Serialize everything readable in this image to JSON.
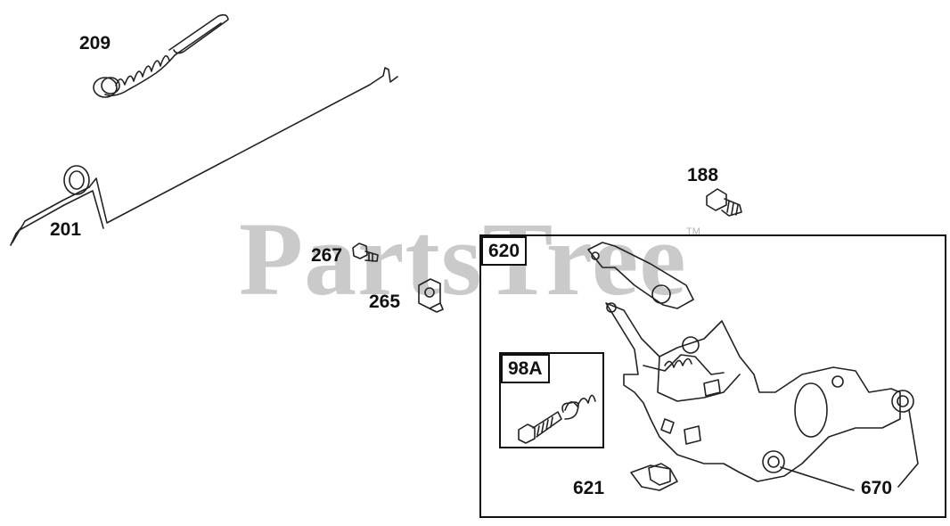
{
  "watermark": {
    "text": "PartsTree",
    "trademark": "TM"
  },
  "callouts": {
    "p209": "209",
    "p201": "201",
    "p188": "188",
    "p267": "267",
    "p265": "265",
    "p620": "620",
    "p98a": "98A",
    "p621": "621",
    "p670": "670"
  }
}
